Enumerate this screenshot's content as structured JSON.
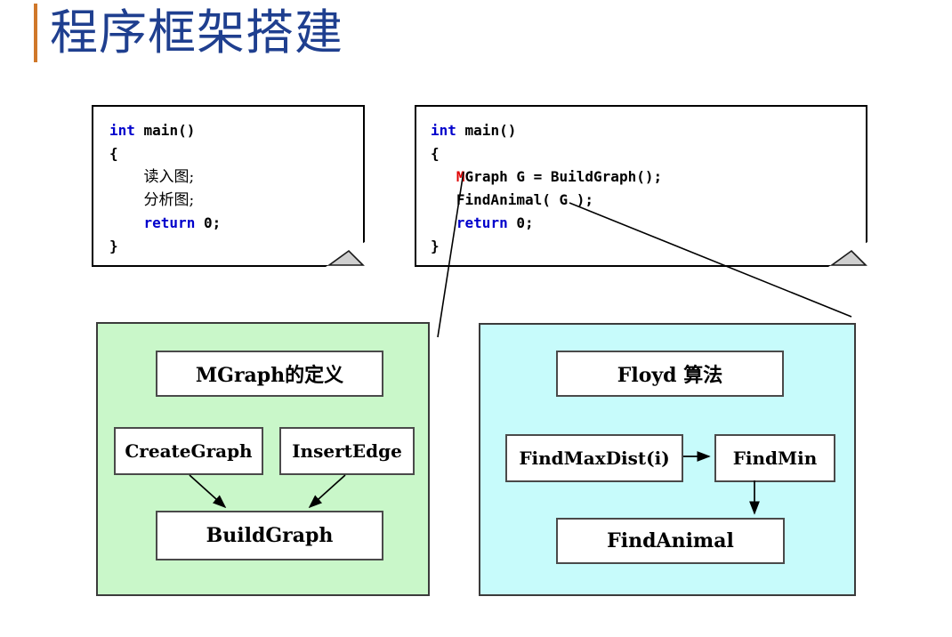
{
  "slide": {
    "title": "程序框架搭建",
    "accent_color": "#d0782a",
    "title_color": "#1f3f8f"
  },
  "code_left": {
    "name": "pseudocode-main",
    "lines": [
      {
        "parts": [
          {
            "t": "int",
            "s": "kw"
          },
          {
            "t": " main()",
            "s": ""
          }
        ]
      },
      {
        "parts": [
          {
            "t": "{",
            "s": ""
          }
        ]
      },
      {
        "parts": [
          {
            "t": "    ",
            "s": ""
          },
          {
            "t": "读入图;",
            "s": "cjk"
          }
        ]
      },
      {
        "parts": [
          {
            "t": "    ",
            "s": ""
          },
          {
            "t": "分析图;",
            "s": "cjk"
          }
        ]
      },
      {
        "parts": [
          {
            "t": "    ",
            "s": ""
          },
          {
            "t": "return",
            "s": "kw"
          },
          {
            "t": " 0;",
            "s": ""
          }
        ]
      },
      {
        "parts": [
          {
            "t": "}",
            "s": ""
          }
        ]
      }
    ]
  },
  "code_right": {
    "name": "implemented-main",
    "lines": [
      {
        "parts": [
          {
            "t": "int",
            "s": "kw"
          },
          {
            "t": " main()",
            "s": ""
          }
        ]
      },
      {
        "parts": [
          {
            "t": "{",
            "s": ""
          }
        ]
      },
      {
        "parts": [
          {
            "t": "   ",
            "s": ""
          },
          {
            "t": "M",
            "s": "redm"
          },
          {
            "t": "Graph G = BuildGraph();",
            "s": ""
          }
        ]
      },
      {
        "parts": [
          {
            "t": "   FindAnimal( G );",
            "s": ""
          }
        ]
      },
      {
        "parts": [
          {
            "t": "   ",
            "s": ""
          },
          {
            "t": "return",
            "s": "kw"
          },
          {
            "t": " 0;",
            "s": ""
          }
        ]
      },
      {
        "parts": [
          {
            "t": "}",
            "s": ""
          }
        ]
      }
    ]
  },
  "green_panel": {
    "color": "#c9f7c9",
    "nodes": [
      {
        "id": "mgraph-def",
        "label": "MGraph的定义"
      },
      {
        "id": "create-graph",
        "label": "CreateGraph"
      },
      {
        "id": "insert-edge",
        "label": "InsertEdge"
      },
      {
        "id": "build-graph",
        "label": "BuildGraph"
      }
    ]
  },
  "cyan_panel": {
    "color": "#c7fbfb",
    "nodes": [
      {
        "id": "floyd",
        "label": "Floyd 算法"
      },
      {
        "id": "find-max-dist",
        "label": "FindMaxDist(i)"
      },
      {
        "id": "find-min",
        "label": "FindMin"
      },
      {
        "id": "find-animal",
        "label": "FindAnimal"
      }
    ]
  }
}
